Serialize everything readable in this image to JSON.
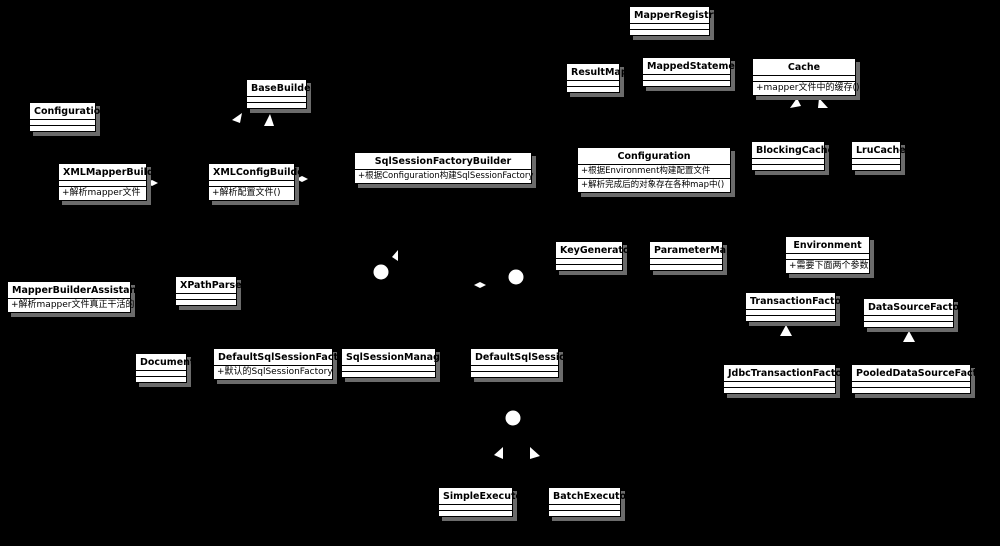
{
  "classes": {
    "mapper_registry": {
      "name": "MapperRegistry"
    },
    "result_map": {
      "name": "ResultMap"
    },
    "mapped_statement": {
      "name": "MappedStatement"
    },
    "cache": {
      "name": "Cache",
      "ops": [
        "+mapper文件中的缓存()"
      ]
    },
    "base_builder": {
      "name": "BaseBuilder"
    },
    "configuration_left": {
      "name": "Configuration"
    },
    "xml_mapper_builder": {
      "name": "XMLMapperBuilder",
      "ops": [
        "+解析mapper文件"
      ]
    },
    "xml_config_builder": {
      "name": "XMLConfigBuilder",
      "ops": [
        "+解析配置文件()"
      ]
    },
    "sql_session_factory_builder": {
      "name": "SqlSessionFactoryBuilder",
      "ops": [
        "+根据Configuration构建SqlSessionFactory"
      ]
    },
    "configuration_main": {
      "name": "Configuration",
      "ops": [
        "+根据Environment构建配置文件",
        "+解析完成后的对象存在各种map中()"
      ]
    },
    "blocking_cache": {
      "name": "BlockingCache"
    },
    "lru_cache": {
      "name": "LruCache"
    },
    "key_generator": {
      "name": "KeyGenerator"
    },
    "parameter_map": {
      "name": "ParameterMap"
    },
    "environment": {
      "name": "Environment",
      "ops": [
        "+需要下面两个参数"
      ]
    },
    "mapper_builder_assistant": {
      "name": "MapperBuilderAssistant",
      "ops": [
        "+解析mapper文件真正干活的"
      ]
    },
    "xpath_parser": {
      "name": "XPathParser"
    },
    "transaction_factory": {
      "name": "TransactionFactory"
    },
    "datasource_factory": {
      "name": "DataSourceFactory"
    },
    "document": {
      "name": "Document"
    },
    "default_sql_session_factory": {
      "name": "DefaultSqlSessionFactory",
      "ops": [
        "+默认的SqlSessionFactory"
      ]
    },
    "sql_session_manager": {
      "name": "SqlSessionManager"
    },
    "default_sql_session": {
      "name": "DefaultSqlSession"
    },
    "jdbc_transaction_factory": {
      "name": "JdbcTransactionFactory"
    },
    "pooled_datasource_factory": {
      "name": "PooledDataSourceFactory"
    },
    "simple_executor": {
      "name": "SimpleExecutor"
    },
    "batch_executor": {
      "name": "BatchExecutor"
    }
  }
}
